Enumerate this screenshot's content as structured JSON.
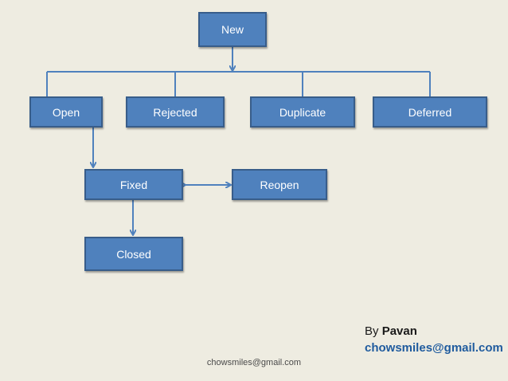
{
  "diagram": {
    "nodes": {
      "new": "New",
      "open": "Open",
      "rejected": "Rejected",
      "duplicate": "Duplicate",
      "deferred": "Deferred",
      "fixed": "Fixed",
      "reopen": "Reopen",
      "closed": "Closed"
    },
    "colors": {
      "node_fill": "#4F81BD",
      "node_border": "#385D8A",
      "connector": "#4F81BD",
      "background": "#EEECE1"
    }
  },
  "footer": {
    "email": "chowsmiles@gmail.com"
  },
  "author": {
    "prefix": "By",
    "name": "Pavan",
    "email": "chowsmiles@gmail.com"
  }
}
